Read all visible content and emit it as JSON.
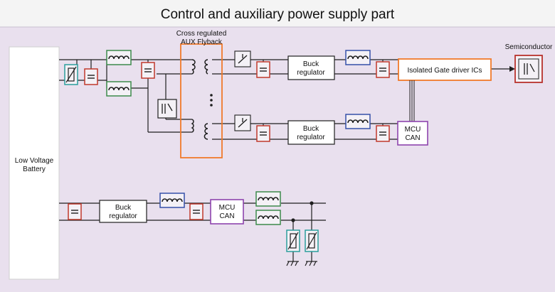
{
  "title": "Control and auxiliary power supply part",
  "labels": {
    "battery_line1": "Low Voltage",
    "battery_line2": "Battery",
    "flyback_line1": "Cross regulated",
    "flyback_line2": "AUX Flyback",
    "buck_line1": "Buck",
    "buck_line2": "regulator",
    "gate_driver": "Isolated Gate driver ICs",
    "semiconductor": "Semiconductor",
    "mcu_line1": "MCU",
    "mcu_line2": "CAN"
  },
  "colors": {
    "background": "#e9e0ee",
    "title_bar": "#f4f4f4",
    "wire": "#1e1e1e",
    "inductor_frame": "#3d8a4c",
    "inductor_frame_blue": "#3550a8",
    "capacitor_frame": "#c0392b",
    "tvs_frame": "#2a9e9c",
    "flyback_frame": "#f07a2a",
    "gate_driver_frame": "#f07a2a",
    "mcu_frame": "#8e44ad",
    "semiconductor_frame": "#b8322c"
  }
}
